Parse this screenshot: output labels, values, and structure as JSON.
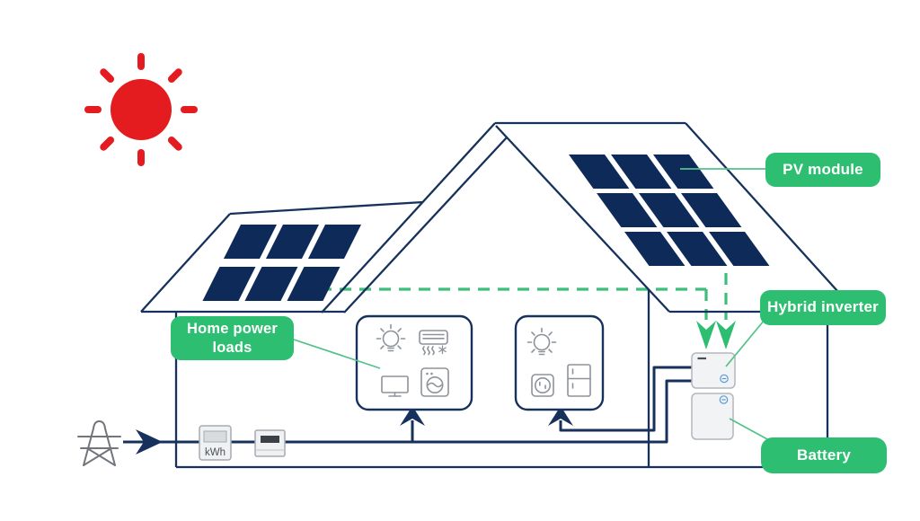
{
  "title": "Residential solar PV system diagram",
  "colors": {
    "label_green": "#2ebe71",
    "flow_green": "#3ebd7b",
    "connector_green": "#52c28b",
    "line_navy": "#16325c",
    "panel_navy": "#0e2a59",
    "sun_red": "#e41b1f",
    "icon_gray": "#8d939a"
  },
  "labels": {
    "pv_module": "PV module",
    "hybrid_inverter": "Hybrid inverter",
    "battery": "Battery",
    "home_power_loads_line1": "Home power",
    "home_power_loads_line2": "loads"
  },
  "grid_meter": {
    "kwh_label": "kWh"
  },
  "icons": {
    "sun": "sun-icon",
    "grid_tower": "transmission-tower-icon",
    "lightbulb": "lightbulb-icon",
    "air_conditioner": "air-conditioner-icon",
    "tv": "tv-monitor-icon",
    "washing_machine": "washing-machine-icon",
    "power_outlet": "power-outlet-icon",
    "fridge": "refrigerator-icon",
    "pv_flow_arrow": "green-down-arrow-icon",
    "grid_feed_arrow": "navy-right-arrow-icon",
    "load_feed_arrow": "navy-up-arrow-icon"
  }
}
